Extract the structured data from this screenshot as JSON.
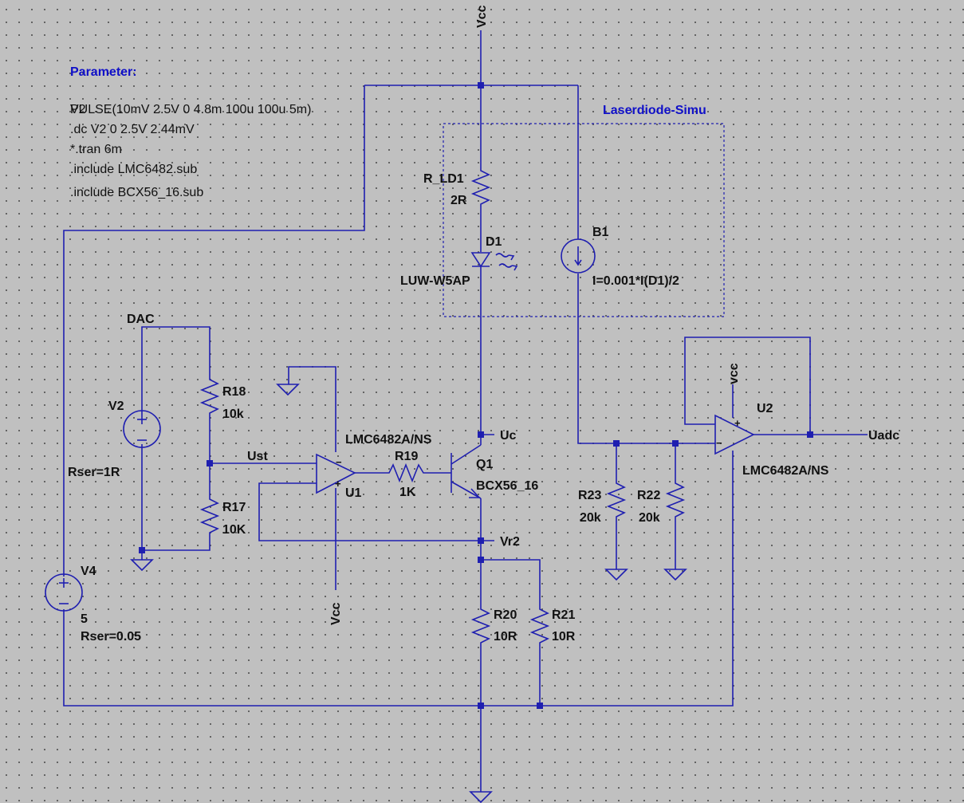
{
  "colors": {
    "wire": "#1f1fb0",
    "text": "#111111",
    "comment": "#1010c8",
    "background": "#c0c0c0"
  },
  "comment": {
    "parameter": "Parameter:",
    "laser_box": "Laserdiode-Simu"
  },
  "directives": {
    "v2_overlap": "V2",
    "pulse": "PULSE(10mV 2.5V 0 4.8m 100u 100u 5m)",
    "dc": ".dc V2 0 2.5V 2.44mV",
    "tran": "*.tran 6m",
    "include1": ".include LMC6482.sub",
    "include2": ".include BCX56_16.sub"
  },
  "nets": {
    "vcc_top": "Vcc",
    "vcc_u1": "Vcc",
    "vcc_u2": "vcc",
    "dac": "DAC",
    "ust": "Ust",
    "uc": "Uc",
    "vr2": "Vr2",
    "uadc": "Uadc"
  },
  "components": {
    "r_ld1": {
      "name": "R_LD1",
      "value": "2R"
    },
    "d1": {
      "name": "D1",
      "value": "LUW-W5AP"
    },
    "b1": {
      "name": "B1",
      "value": "I=0.001*I(D1)/2"
    },
    "r18": {
      "name": "R18",
      "value": "10k"
    },
    "r17": {
      "name": "R17",
      "value": "10K"
    },
    "v2": {
      "name": "V2",
      "ser": "Rser=1R"
    },
    "u1": {
      "name": "U1",
      "model": "LMC6482A/NS"
    },
    "r19": {
      "name": "R19",
      "value": "1K"
    },
    "q1": {
      "name": "Q1",
      "model": "BCX56_16"
    },
    "u2": {
      "name": "U2",
      "model": "LMC6482A/NS"
    },
    "r23": {
      "name": "R23",
      "value": "20k"
    },
    "r22": {
      "name": "R22",
      "value": "20k"
    },
    "r20": {
      "name": "R20",
      "value": "10R"
    },
    "r21": {
      "name": "R21",
      "value": "10R"
    },
    "v4": {
      "name": "V4",
      "value": "5",
      "ser": "Rser=0.05"
    }
  },
  "pins": {
    "minus": "−",
    "plus": "+"
  }
}
